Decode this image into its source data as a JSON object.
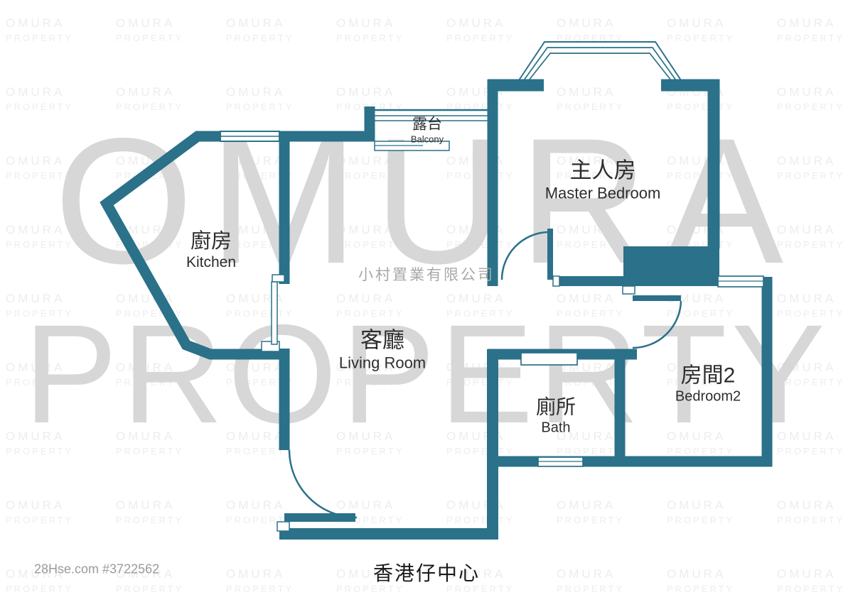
{
  "colors": {
    "wall": "#2A7189",
    "watermark_tile": "#EDEDED",
    "watermark_big": "#D7D7D7",
    "watermark_company": "#A8A8A8",
    "label_text": "#2D2D2D",
    "title_text": "#1A1A1A",
    "listing_text": "#9B9B9B"
  },
  "watermark": {
    "line1": "OMURA",
    "line2": "PROPERTY",
    "company": "小村置業有限公司"
  },
  "rooms": {
    "kitchen": {
      "zh": "廚房",
      "en": "Kitchen"
    },
    "balcony": {
      "zh": "露台",
      "en": "Balcony"
    },
    "master_bedroom": {
      "zh": "主人房",
      "en": "Master Bedroom"
    },
    "living_room": {
      "zh": "客廳",
      "en": "Living Room"
    },
    "bath": {
      "zh": "廁所",
      "en": "Bath"
    },
    "bedroom2": {
      "zh": "房間2",
      "en": "Bedroom2"
    }
  },
  "footer": {
    "building_name": "香港仔中心",
    "listing_id": "28Hse.com #3722562"
  }
}
